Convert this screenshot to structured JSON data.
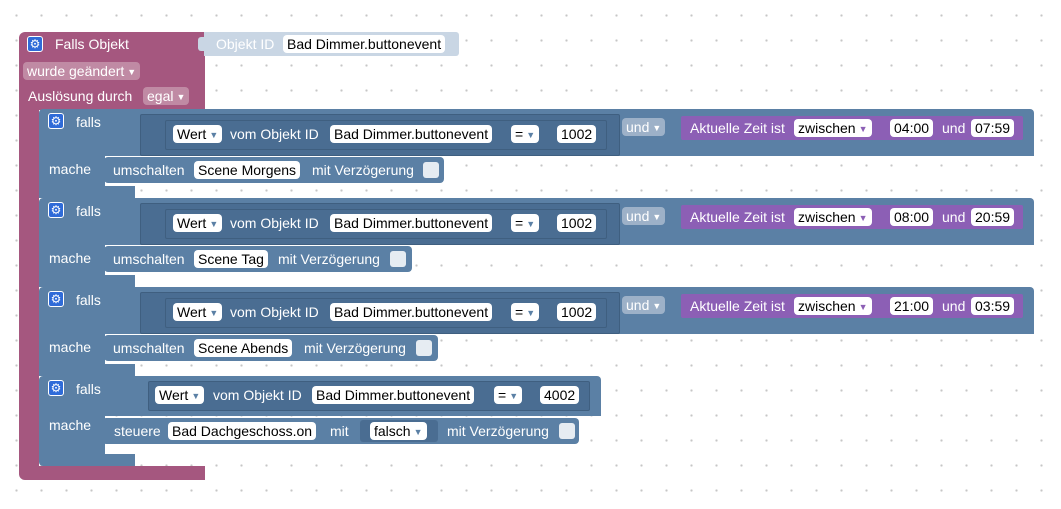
{
  "trigger": {
    "title": "Falls Objekt",
    "object_label": "Objekt ID",
    "object_value": "Bad Dimmer.buttonevent",
    "changed_value": "wurde geändert",
    "trigger_label": "Auslösung durch",
    "trigger_value": "egal"
  },
  "colors": {
    "trigger": "#a5577f",
    "logic": "#5b80a5",
    "time": "#8c5fb5",
    "gear": "#2f6bd8"
  },
  "icons": {
    "gear": "gear-icon",
    "dropdown": "dropdown-arrow-icon"
  },
  "blocks": [
    {
      "if_label": "falls",
      "do_label": "mache",
      "cond": {
        "attr": "Wert",
        "of_label": "vom Objekt ID",
        "object": "Bad Dimmer.buttonevent",
        "op": "=",
        "value": "1002"
      },
      "and_label": "und",
      "time": {
        "label": "Aktuelle Zeit ist",
        "mode": "zwischen",
        "from": "04:00",
        "and": "und",
        "to": "07:59"
      },
      "action": {
        "verb": "umschalten",
        "target": "Scene Morgens",
        "delay_label": "mit Verzögerung"
      }
    },
    {
      "if_label": "falls",
      "do_label": "mache",
      "cond": {
        "attr": "Wert",
        "of_label": "vom Objekt ID",
        "object": "Bad Dimmer.buttonevent",
        "op": "=",
        "value": "1002"
      },
      "and_label": "und",
      "time": {
        "label": "Aktuelle Zeit ist",
        "mode": "zwischen",
        "from": "08:00",
        "and": "und",
        "to": "20:59"
      },
      "action": {
        "verb": "umschalten",
        "target": "Scene Tag",
        "delay_label": "mit Verzögerung"
      }
    },
    {
      "if_label": "falls",
      "do_label": "mache",
      "cond": {
        "attr": "Wert",
        "of_label": "vom Objekt ID",
        "object": "Bad Dimmer.buttonevent",
        "op": "=",
        "value": "1002"
      },
      "and_label": "und",
      "time": {
        "label": "Aktuelle Zeit ist",
        "mode": "zwischen",
        "from": "21:00",
        "and": "und",
        "to": "03:59"
      },
      "action": {
        "verb": "umschalten",
        "target": "Scene Abends",
        "delay_label": "mit Verzögerung"
      }
    },
    {
      "if_label": "falls",
      "do_label": "mache",
      "cond": {
        "attr": "Wert",
        "of_label": "vom Objekt ID",
        "object": "Bad Dimmer.buttonevent",
        "op": "=",
        "value": "4002"
      },
      "action": {
        "verb": "steuere",
        "target": "Bad Dachgeschoss.on",
        "with_label": "mit",
        "value": "falsch",
        "delay_label": "mit Verzögerung"
      }
    }
  ]
}
